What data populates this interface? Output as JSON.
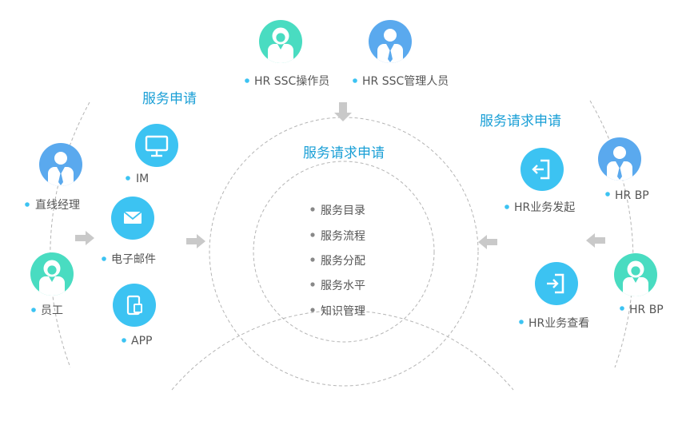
{
  "colors": {
    "blue": "#3cc3f2",
    "teal": "#49dcc1",
    "person_blue": "#5aa9ee",
    "title": "#1a9fd6",
    "bullet": "#3cc3f2",
    "arrow": "#c9c9c9",
    "line": "#b5b5b5"
  },
  "top": {
    "operator_label": "HR SSC操作员",
    "manager_label": "HR SSC管理人员"
  },
  "left": {
    "title": "服务申请",
    "channels": {
      "im": "IM",
      "email": "电子邮件",
      "app": "APP"
    },
    "people": {
      "manager": "直线经理",
      "employee": "员工"
    }
  },
  "center": {
    "title": "服务请求申请",
    "items": [
      "服务目录",
      "服务流程",
      "服务分配",
      "服务水平",
      "知识管理"
    ]
  },
  "right": {
    "title": "服务请求申请",
    "hr_initiate": "HR业务发起",
    "hr_view": "HR业务查看",
    "hrbp_top": "HR BP",
    "hrbp_bottom": "HR BP"
  },
  "icons": {
    "operator": "female-person-icon",
    "manager": "male-person-icon",
    "im": "monitor-icon",
    "email": "envelope-icon",
    "app": "mobile-icon",
    "hr_initiate": "login-arrow-icon",
    "hr_view": "logout-arrow-icon"
  }
}
